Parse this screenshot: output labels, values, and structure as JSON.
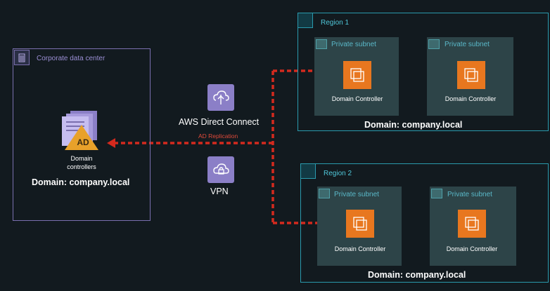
{
  "corporate": {
    "label": "Corporate data center",
    "ad_badge": "AD",
    "ad_caption_line1": "Domain",
    "ad_caption_line2": "controllers",
    "domain": "Domain: company.local"
  },
  "services": {
    "direct_connect": "AWS Direct Connect",
    "replication": "AD Replication",
    "vpn": "VPN"
  },
  "regions": [
    {
      "label": "Region 1",
      "subnets": [
        {
          "label": "Private subnet",
          "dc": "Domain Controller"
        },
        {
          "label": "Private subnet",
          "dc": "Domain Controller"
        }
      ],
      "domain": "Domain: company.local"
    },
    {
      "label": "Region 2",
      "subnets": [
        {
          "label": "Private subnet",
          "dc": "Domain Controller"
        },
        {
          "label": "Private subnet",
          "dc": "Domain Controller"
        }
      ],
      "domain": "Domain: company.local"
    }
  ],
  "colors": {
    "background": "#121a1f",
    "corporate_border": "#7a6fae",
    "region_border": "#2a9aad",
    "subnet_fill": "#2d4448",
    "ec2_orange": "#e8771f",
    "replication_red": "#d42a1e"
  }
}
